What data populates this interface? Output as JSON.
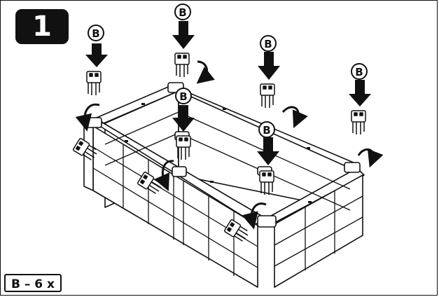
{
  "step": {
    "number": "1"
  },
  "part": {
    "letter": "B"
  },
  "quantity": {
    "label": "B – 6 x"
  },
  "colors": {
    "ink": "#111111",
    "paper": "#ffffff"
  }
}
